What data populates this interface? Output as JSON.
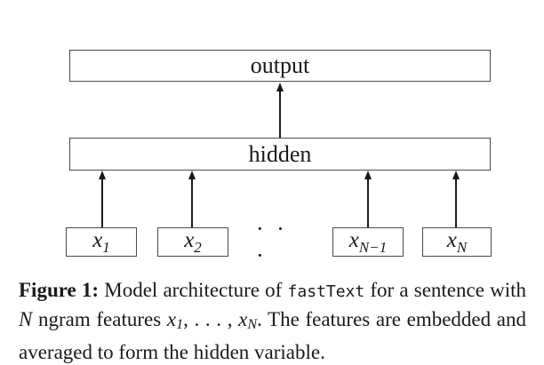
{
  "colors": {
    "ink": "#1a1a1a",
    "border": "#4a4a4a",
    "background": "#ffffff"
  },
  "diagram": {
    "output_label": "output",
    "hidden_label": "hidden",
    "ellipsis": "· · ·",
    "inputs": [
      {
        "base": "x",
        "sub": "1"
      },
      {
        "base": "x",
        "sub": "2"
      },
      {
        "base": "x",
        "sub": "N−1"
      },
      {
        "base": "x",
        "sub": "N"
      }
    ]
  },
  "caption": {
    "lines": [
      {
        "segments": [
          {
            "t": "Figure 1:"
          },
          {
            "t": " Model architecture of "
          },
          {
            "t": "fastText"
          },
          {
            "t": " for a sentence with"
          }
        ]
      },
      {
        "segments": [
          {
            "t": "N"
          },
          {
            "t": " ngram features "
          },
          {
            "t": "x"
          },
          {
            "t": "1"
          },
          {
            "t": ", . . . , "
          },
          {
            "t": "x"
          },
          {
            "t": "N"
          },
          {
            "t": ". The features are embedded and"
          }
        ]
      },
      {
        "segments": [
          {
            "t": "averaged to form the hidden variable."
          }
        ]
      }
    ]
  }
}
